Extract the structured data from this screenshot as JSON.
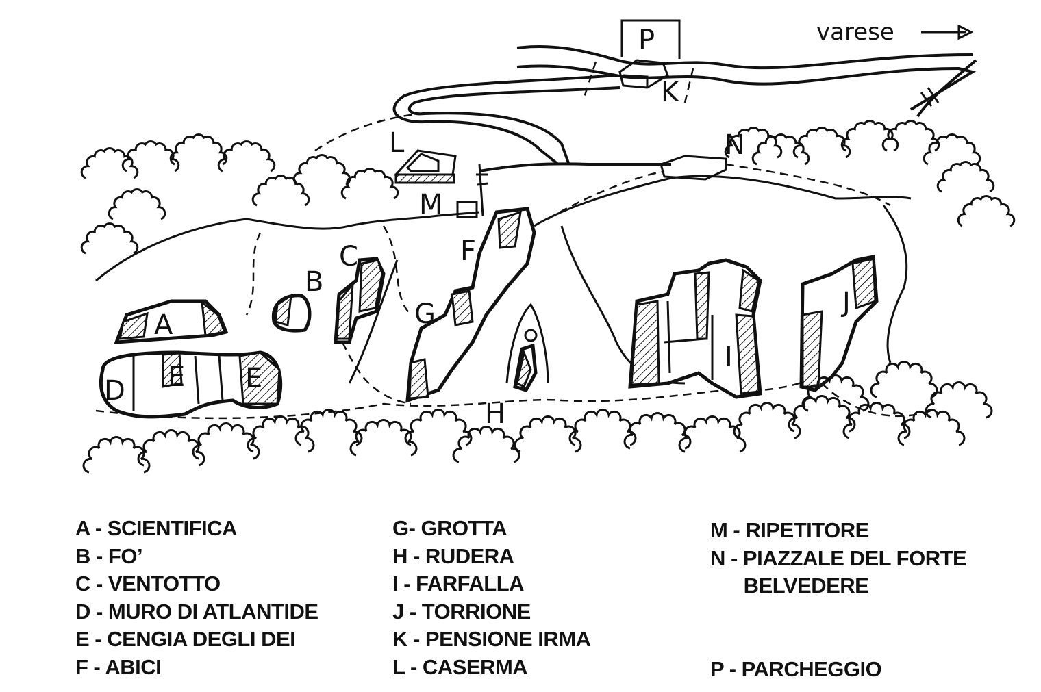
{
  "map": {
    "direction_label": "varese",
    "labels": {
      "P": "P",
      "K": "K",
      "L": "L",
      "M": "M",
      "N": "N",
      "A": "A",
      "B": "B",
      "C": "C",
      "D": "D",
      "E1": "E",
      "E2": "E",
      "F": "F",
      "G": "G",
      "H": "H",
      "I": "I",
      "J": "J"
    }
  },
  "legend": {
    "col1": [
      "A - SCIENTIFICA",
      "B - FO’",
      "C - VENTOTTO",
      "D - MURO DI ATLANTIDE",
      "E - CENGIA DEGLI DEI",
      "F - ABICI"
    ],
    "col2": [
      "G- GROTTA",
      "H - RUDERA",
      "I - FARFALLA",
      "J - TORRIONE",
      "K - PENSIONE IRMA",
      "L - CASERMA"
    ],
    "col3": [
      "M - RIPETITORE",
      "N - PIAZZALE DEL FORTE",
      "      BELVEDERE",
      "",
      "",
      "P - PARCHEGGIO"
    ]
  }
}
